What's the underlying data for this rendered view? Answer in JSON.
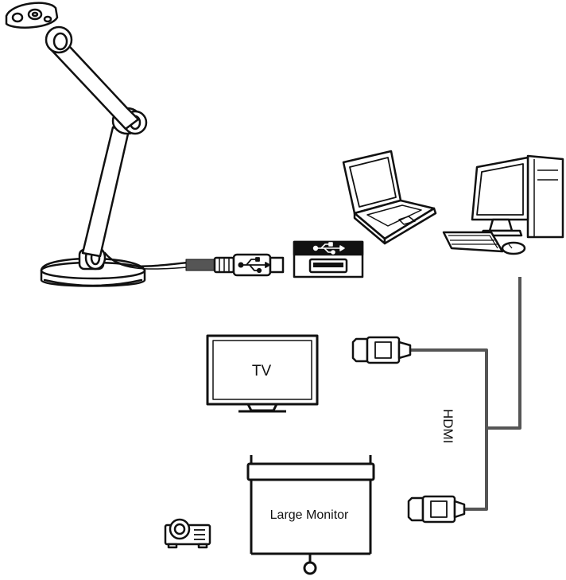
{
  "labels": {
    "tv": "TV",
    "large_monitor": "Large Monitor",
    "hdmi": "HDMI"
  },
  "colors": {
    "stroke": "#111111",
    "cable": "#555555",
    "background": "#ffffff",
    "port_header": "#111111"
  },
  "icons": {
    "usb_symbol": "usb-symbol-icon",
    "projector": "projector-icon"
  }
}
